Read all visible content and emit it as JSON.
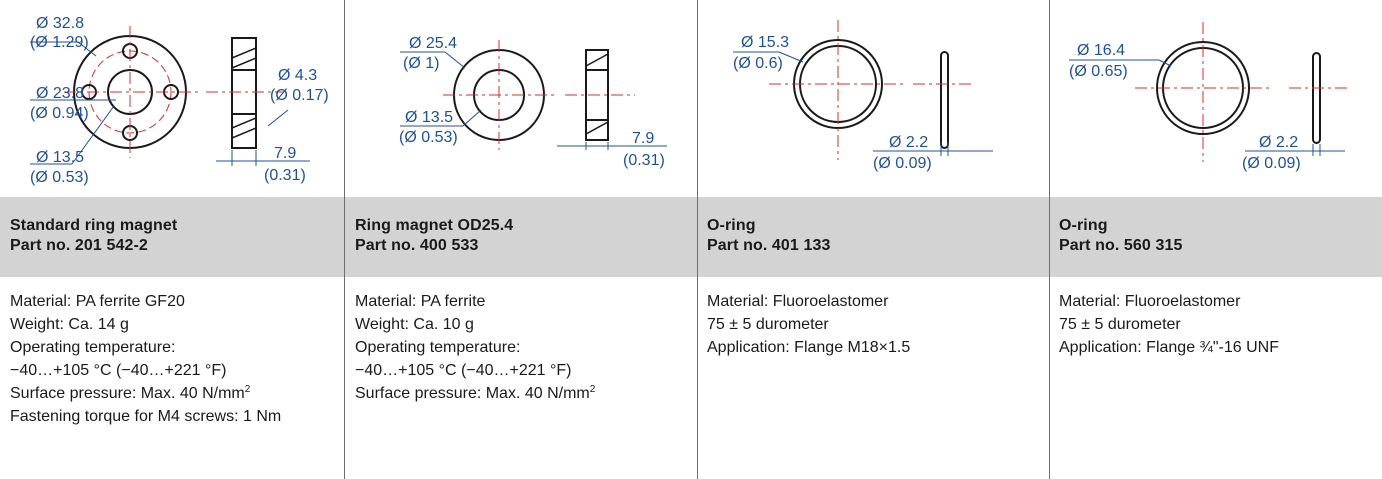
{
  "parts": [
    {
      "title": "Standard ring magnet",
      "part_no": "Part no. 201 542-2",
      "dims": {
        "od": "Ø 32.8",
        "od_in": "(Ø 1.29)",
        "pcd": "Ø 23.8",
        "pcd_in": "(Ø 0.94)",
        "id": "Ø 13.5",
        "id_in": "(Ø 0.53)",
        "hole": "Ø 4.3",
        "hole_in": "(Ø 0.17)",
        "thick": "7.9",
        "thick_in": "(0.31)"
      },
      "specs": [
        "Material: PA ferrite GF20",
        "Weight: Ca. 14 g",
        "Operating temperature:",
        "−40…+105 °C (−40…+221 °F)",
        "Surface pressure: Max. 40 N/mm",
        "Fastening torque for M4 screws: 1 Nm"
      ],
      "unit_sup": "2"
    },
    {
      "title": "Ring magnet OD25.4",
      "part_no": "Part no. 400 533",
      "dims": {
        "od": "Ø 25.4",
        "od_in": "(Ø 1)",
        "id": "Ø 13.5",
        "id_in": "(Ø 0.53)",
        "thick": "7.9",
        "thick_in": "(0.31)"
      },
      "specs": [
        "Material: PA ferrite",
        "Weight: Ca. 10 g",
        "Operating temperature:",
        "−40…+105 °C (−40…+221 °F)",
        "Surface pressure: Max. 40 N/mm"
      ],
      "unit_sup": "2"
    },
    {
      "title": "O-ring",
      "part_no": "Part no. 401 133",
      "dims": {
        "od": "Ø 15.3",
        "od_in": "(Ø 0.6)",
        "cs": "Ø 2.2",
        "cs_in": "(Ø 0.09)"
      },
      "specs": [
        "Material: Fluoroelastomer",
        "75 ± 5 durometer",
        "Application: Flange M18×1.5"
      ]
    },
    {
      "title": "O-ring",
      "part_no": "Part no. 560 315",
      "dims": {
        "od": "Ø 16.4",
        "od_in": "(Ø 0.65)",
        "cs": "Ø 2.2",
        "cs_in": "(Ø 0.09)"
      },
      "specs": [
        "Material: Fluoroelastomer",
        "75 ± 5 durometer",
        "Application: Flange ¾\"-16 UNF"
      ]
    }
  ],
  "colors": {
    "dimension_blue": "#1f4fa3",
    "center_line_red": "#e8272a",
    "header_band": "#d3d3d3",
    "divider": "#6d6d6d"
  }
}
